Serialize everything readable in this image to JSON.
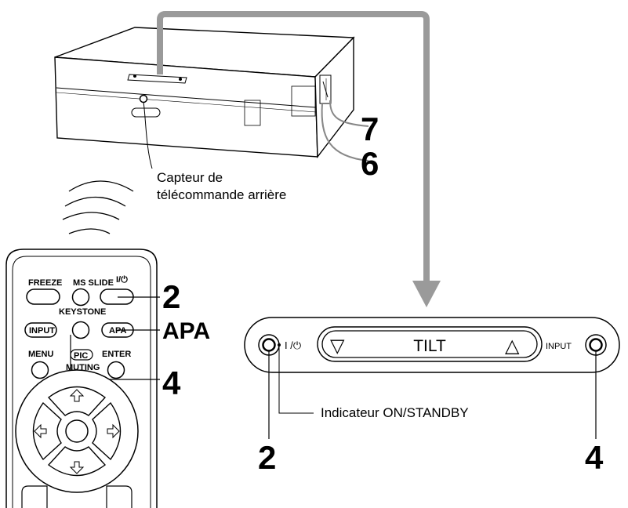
{
  "callouts": {
    "num_7": "7",
    "num_6": "6",
    "num_2_remote": "2",
    "num_4_remote": "4",
    "num_2_panel": "2",
    "num_4_panel": "4",
    "apa": "APA"
  },
  "sensor_label": {
    "line1": "Capteur de",
    "line2": "télécommande arrière"
  },
  "indicator_label": "Indicateur ON/STANDBY",
  "control_panel": {
    "power_symbol": "I /⏻",
    "tilt_label": "TILT",
    "tilt_down": "▽",
    "tilt_up": "△",
    "input_label": "INPUT"
  },
  "remote": {
    "freeze": "FREEZE",
    "ms_slide": "MS SLIDE",
    "power": "I/⏻",
    "keystone": "KEYSTONE",
    "input": "INPUT",
    "apa_key": "APA",
    "menu": "MENU",
    "pic": "PIC",
    "muting": "MUTING",
    "enter": "ENTER"
  },
  "colors": {
    "arrow_gray": "#9a9a9a",
    "line": "#000000"
  }
}
